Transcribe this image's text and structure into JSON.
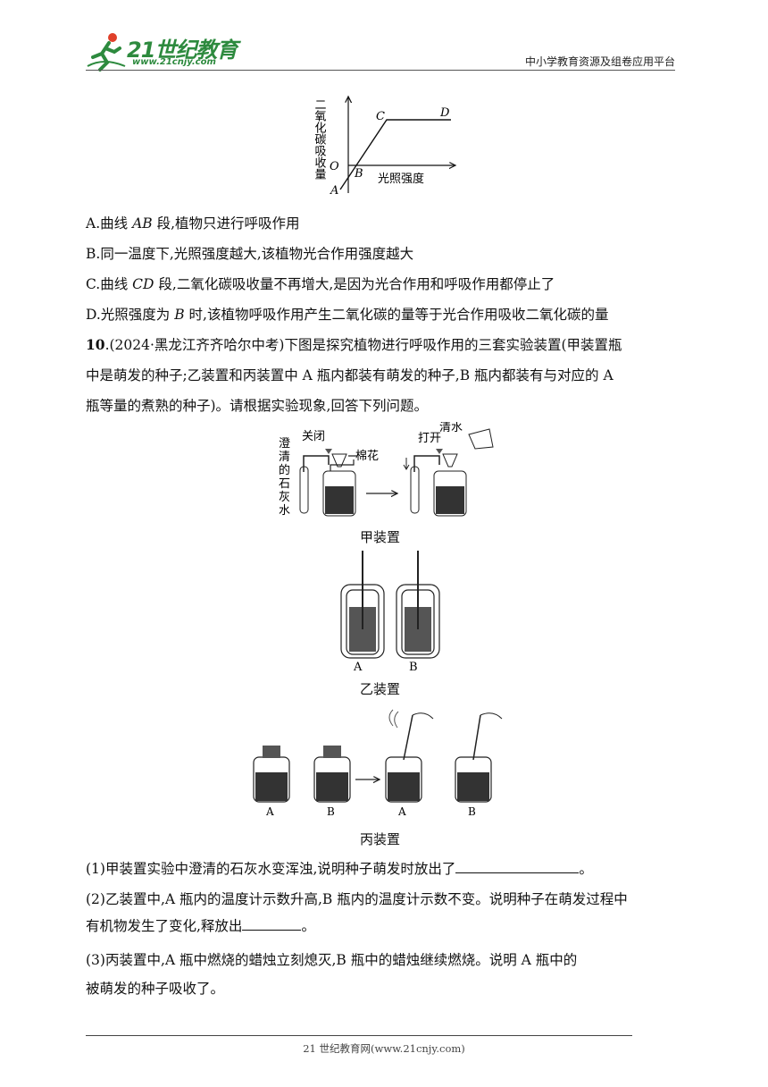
{
  "header": {
    "logo_text": "21世纪教育",
    "logo_url": "www.21cnjy.com",
    "site_title": "中小学教育资源及组卷应用平台"
  },
  "graph": {
    "ylabel": "二氧化碳吸收量",
    "xlabel": "光照强度",
    "point_labels": [
      "O",
      "A",
      "B",
      "C",
      "D"
    ]
  },
  "options": [
    {
      "prefix": "A.曲线 ",
      "var": "AB",
      "rest": " 段,植物只进行呼吸作用"
    },
    {
      "prefix": "B.同一温度下,光照强度越大,该植物光合作用强度越大",
      "var": "",
      "rest": ""
    },
    {
      "prefix": "C.曲线 ",
      "var": "CD",
      "rest": " 段,二氧化碳吸收量不再增大,是因为光合作用和呼吸作用都停止了"
    },
    {
      "prefix": "D.光照强度为 ",
      "var": "B",
      "rest": " 时,该植物呼吸作用产生二氧化碳的量等于光合作用吸收二氧化碳的量"
    }
  ],
  "question10": {
    "number": "10",
    "line1": ".(2024·黑龙江齐齐哈尔中考)下图是探究植物进行呼吸作用的三套实验装置(甲装置瓶",
    "line2": "中是萌发的种子;乙装置和丙装置中 A 瓶内都装有萌发的种子,B 瓶内都装有与对应的 A",
    "line3": "瓶等量的煮熟的种子)。请根据实验现象,回答下列问题。"
  },
  "figures": {
    "jia": {
      "caption": "甲装置",
      "label_limewater": [
        "澄",
        "清",
        "的",
        "石",
        "灰",
        "水"
      ],
      "label_close": "关闭",
      "label_cotton": "棉花",
      "label_open": "打开",
      "label_water": "清水"
    },
    "yi": {
      "caption": "乙装置",
      "labels": [
        "A",
        "B"
      ]
    },
    "bing": {
      "caption": "丙装置",
      "labels": [
        "A",
        "B",
        "A",
        "B"
      ]
    }
  },
  "sub_questions": [
    {
      "text_before": "(1)甲装置实验中澄清的石灰水变浑浊,说明种子萌发时放出了",
      "text_after": "。"
    },
    {
      "line1": "(2)乙装置中,A 瓶内的温度计示数升高,B 瓶内的温度计示数不变。说明种子在萌发过程中",
      "line2_before": "有机物发生了变化,释放出",
      "line2_after": "。"
    },
    {
      "line1": "(3)丙装置中,A 瓶中燃烧的蜡烛立刻熄灭,B 瓶中的蜡烛继续燃烧。说明 A 瓶中的",
      "line2": "被萌发的种子吸收了。"
    }
  ],
  "footer": {
    "text": "21 世纪教育网(www.21cnjy.com)"
  }
}
